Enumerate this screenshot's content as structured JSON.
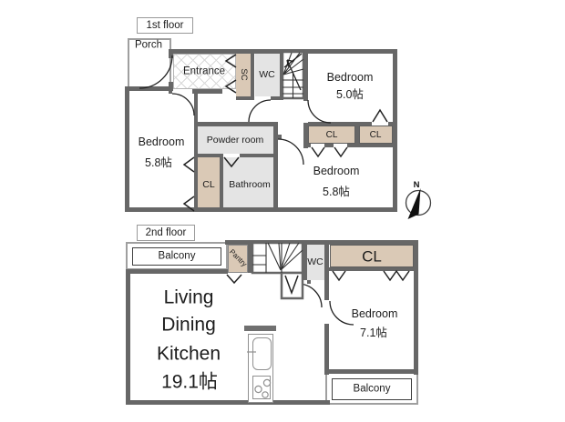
{
  "palette": {
    "wall": "#676767",
    "closet": "#dac9b6",
    "wet": "#e4e4e4",
    "line": "#222222",
    "fixture": "#909090",
    "balcony_border": "#9f9f9f",
    "text": "#1c1c1c"
  },
  "floor1": {
    "label": "1st floor",
    "rooms": {
      "porch": "Porch",
      "entrance": "Entrance",
      "shoe_closet": "SC",
      "wc": "WC",
      "bedroom_ne": {
        "name": "Bedroom",
        "size": "5.0帖"
      },
      "bedroom_w": {
        "name": "Bedroom",
        "size": "5.8帖"
      },
      "powder_room": "Powder room",
      "closet": "CL",
      "bathroom": "Bathroom",
      "bedroom_se": {
        "name": "Bedroom",
        "size": "5.8帖"
      },
      "closet_a": "CL",
      "closet_b": "CL"
    }
  },
  "floor2": {
    "label": "2nd floor",
    "rooms": {
      "balcony_nw": "Balcony",
      "pantry": "Pantry",
      "wc": "WC",
      "closet": "CL",
      "ldk": {
        "line1": "Living",
        "line2": "Dining",
        "line3": "Kitchen",
        "size": "19.1帖"
      },
      "bedroom": {
        "name": "Bedroom",
        "size": "7.1帖"
      },
      "balcony_se": "Balcony"
    }
  },
  "compass": {
    "north_label": "N"
  }
}
